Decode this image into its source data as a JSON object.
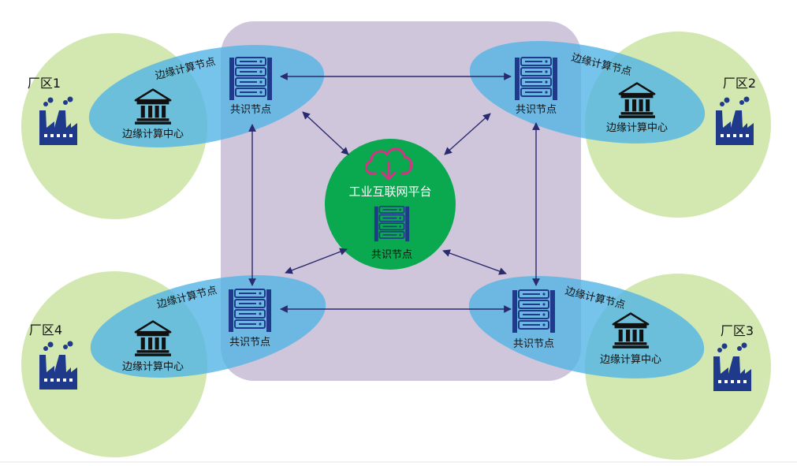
{
  "platform": {
    "title": "工业互联网平台",
    "node_label": "共识节点"
  },
  "zones": [
    {
      "label": "厂区1",
      "node_label": "共识节点",
      "edge_tag": "边缘计算节点",
      "center_label": "边缘计算中心"
    },
    {
      "label": "厂区2",
      "node_label": "共识节点",
      "edge_tag": "边缘计算节点",
      "center_label": "边缘计算中心"
    },
    {
      "label": "厂区3",
      "node_label": "共识节点",
      "edge_tag": "边缘计算节点",
      "center_label": "边缘计算中心"
    },
    {
      "label": "厂区4",
      "node_label": "共识节点",
      "edge_tag": "边缘计算节点",
      "center_label": "边缘计算中心"
    }
  ],
  "icons": {
    "server": "server-icon",
    "bank": "bank-building-icon",
    "factory": "factory-icon",
    "cloud": "cloud-download-icon"
  },
  "colors": {
    "zone_circle": "#d2e8b0",
    "core_square": "#cfc6dc",
    "edge_ellipse": "#4fb4e6",
    "platform_circle": "#0aa84f",
    "cloud": "#d63384",
    "icon_navy": "#1f3a8a",
    "arrow": "#2a2a6e"
  }
}
